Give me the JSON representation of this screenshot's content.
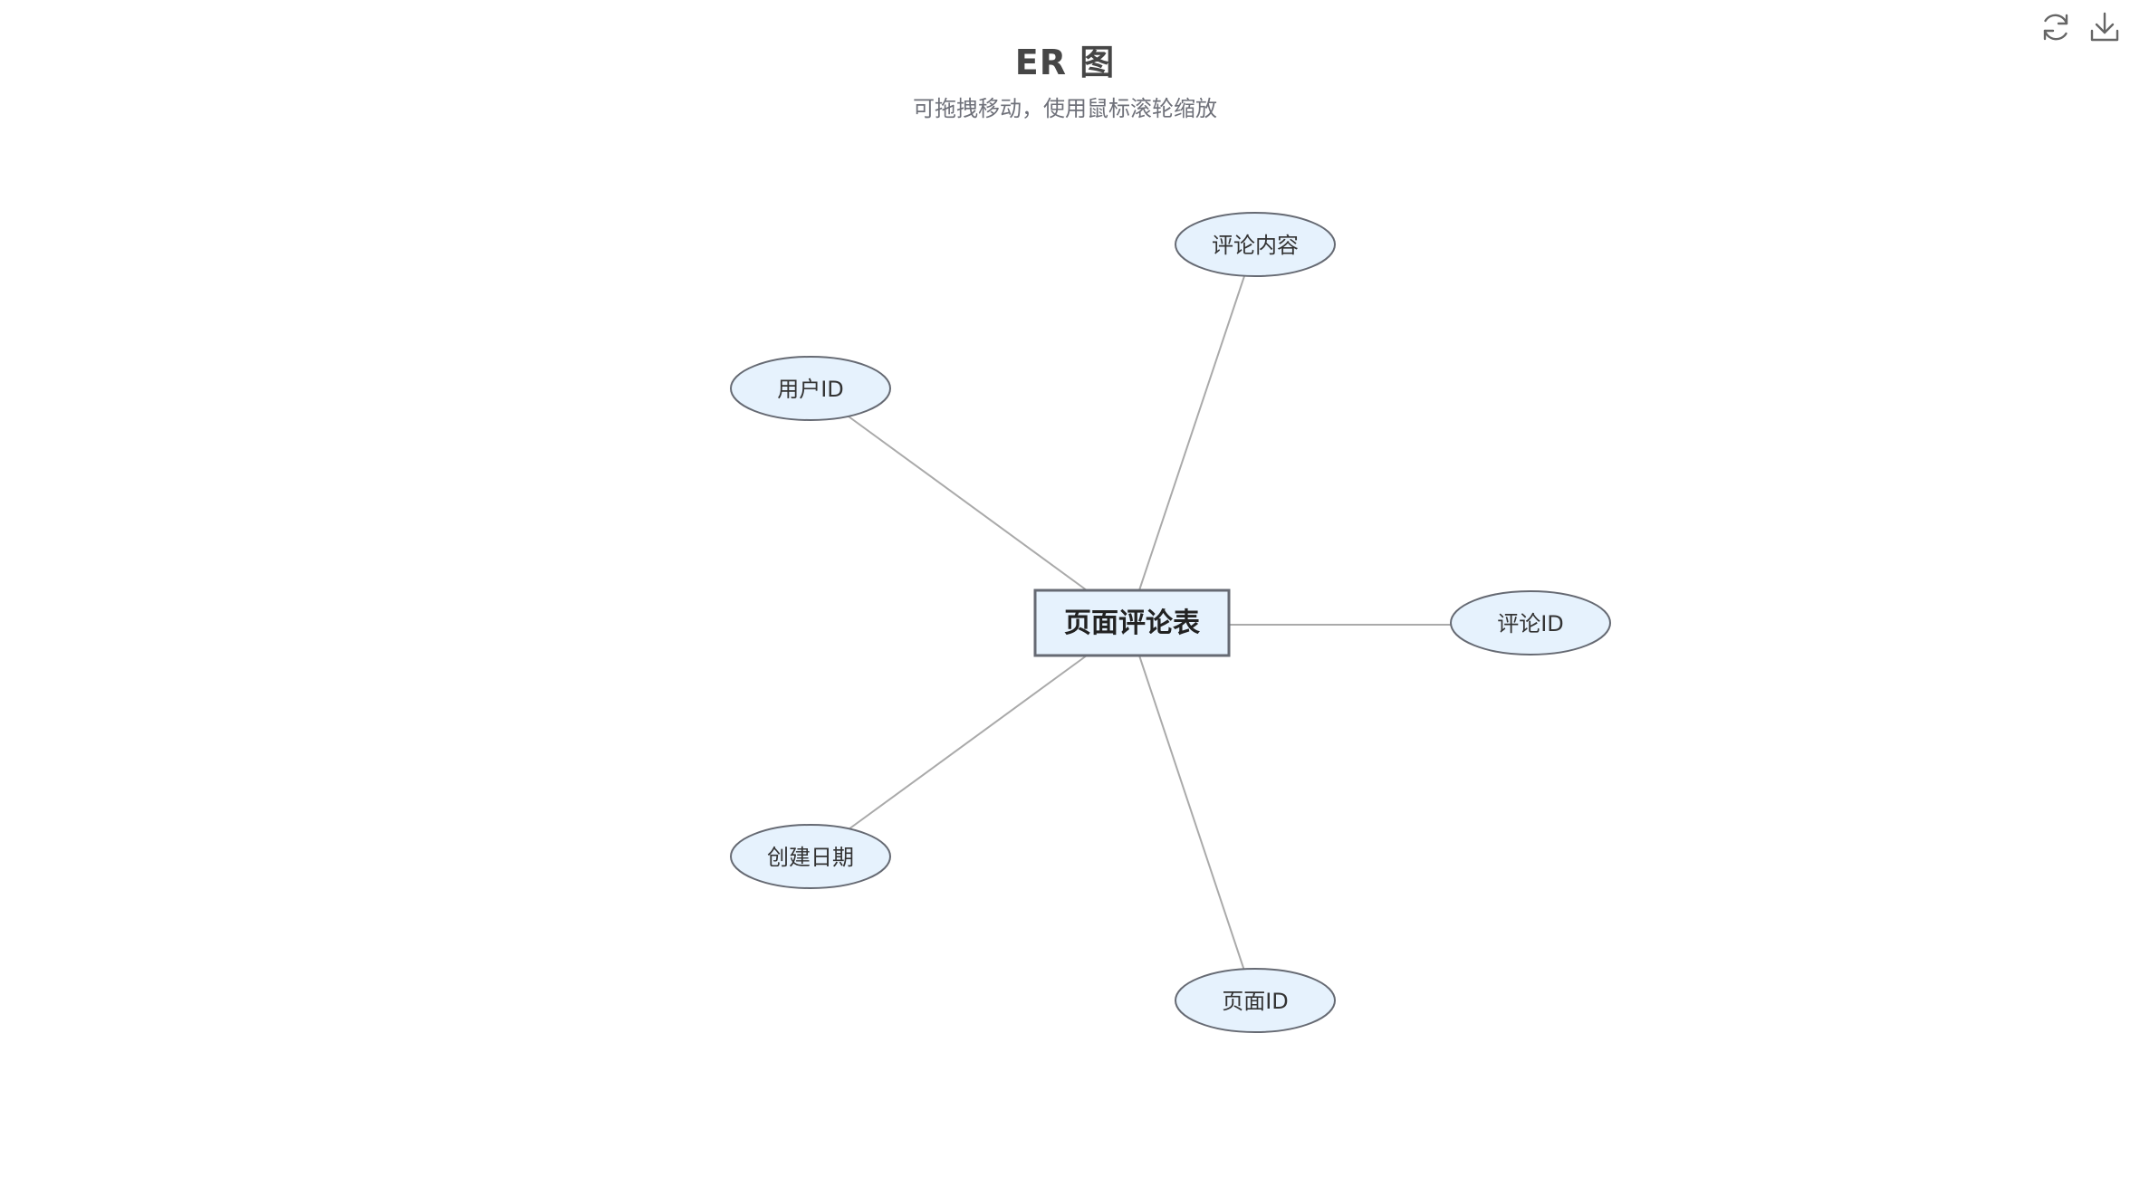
{
  "header": {
    "title": "ER 图",
    "subtitle": "可拖拽移动，使用鼠标滚轮缩放"
  },
  "toolbox": {
    "restore_icon": "refresh-icon",
    "save_icon": "download-icon"
  },
  "diagram": {
    "entity": {
      "label": "页面评论表"
    },
    "attributes": [
      {
        "key": "comment_content",
        "label": "评论内容"
      },
      {
        "key": "user_id",
        "label": "用户ID"
      },
      {
        "key": "comment_id",
        "label": "评论ID"
      },
      {
        "key": "create_date",
        "label": "创建日期"
      },
      {
        "key": "page_id",
        "label": "页面ID"
      }
    ],
    "colors": {
      "node_fill": "#e6f2fd",
      "node_stroke": "#666a73",
      "edge": "#aaaaaa"
    }
  }
}
